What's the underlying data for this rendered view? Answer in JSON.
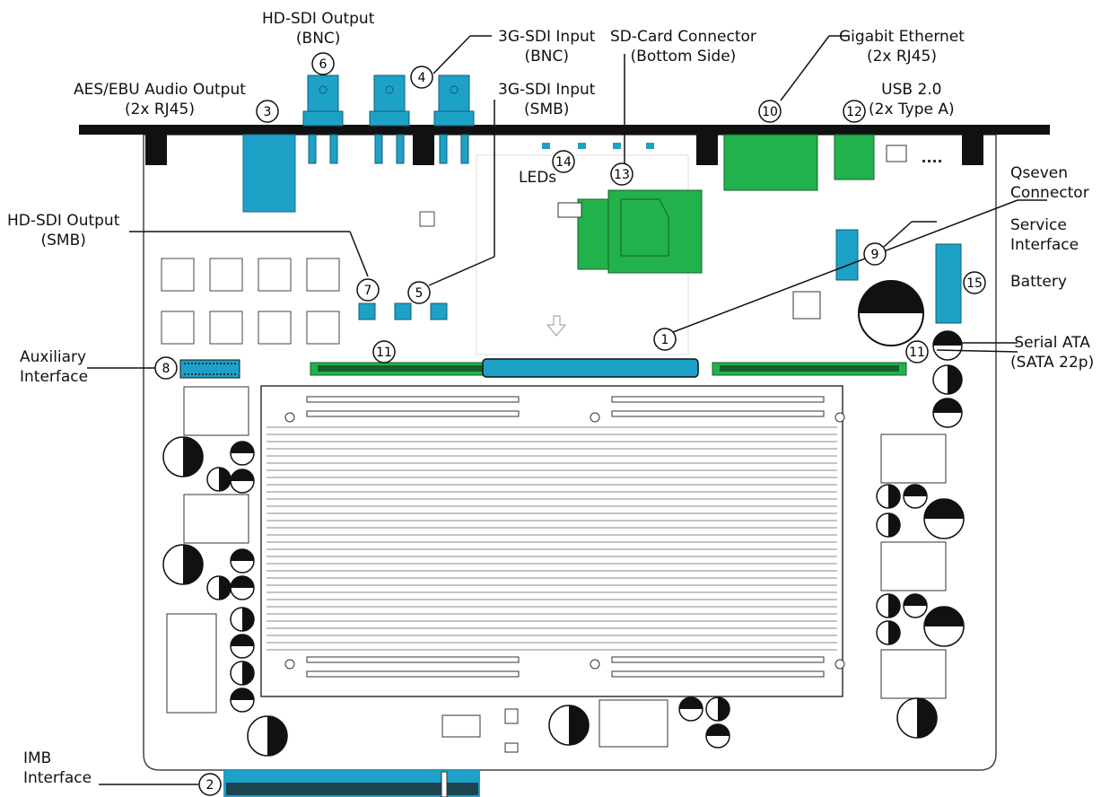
{
  "colors": {
    "accent_blue": "#1ea1c7",
    "accent_green": "#22b24c",
    "board_outline": "#333333",
    "bezel": "#111111"
  },
  "labels": {
    "hd_sdi_bnc": {
      "line1": "HD-SDI Output",
      "line2": "(BNC)",
      "num": "6"
    },
    "sdi3g_bnc": {
      "line1": "3G-SDI Input",
      "line2": "(BNC)",
      "num": "4"
    },
    "sdi3g_smb": {
      "line1": "3G-SDI Input",
      "line2": "(SMB)",
      "num": "5"
    },
    "sd_card": {
      "line1": "SD-Card Connector",
      "line2": "(Bottom Side)",
      "num": "13"
    },
    "gig_eth": {
      "line1": "Gigabit Ethernet",
      "line2": "(2x RJ45)",
      "num": "10"
    },
    "usb": {
      "line1": "USB 2.0",
      "line2": "(2x Type A)",
      "num": "12"
    },
    "aes_ebu": {
      "line1": "AES/EBU Audio Output",
      "line2": "(2x RJ45)",
      "num": "3"
    },
    "leds": {
      "line1": "LEDs",
      "num": "14"
    },
    "qseven": {
      "line1": "Qseven",
      "line2": "Connector",
      "num": "1"
    },
    "hd_sdi_smb": {
      "line1": "HD-SDI Output",
      "line2": "(SMB)",
      "num": "7"
    },
    "service": {
      "line1": "Service",
      "line2": "Interface",
      "num": "9"
    },
    "battery": {
      "line1": "Battery",
      "num": "15"
    },
    "aux": {
      "line1": "Auxiliary",
      "line2": "Interface",
      "num": "8"
    },
    "sata": {
      "line1": "Serial ATA",
      "line2": "(SATA 22p)",
      "num": "11"
    },
    "imb": {
      "line1": "IMB",
      "line2": "Interface",
      "num": "2"
    }
  }
}
